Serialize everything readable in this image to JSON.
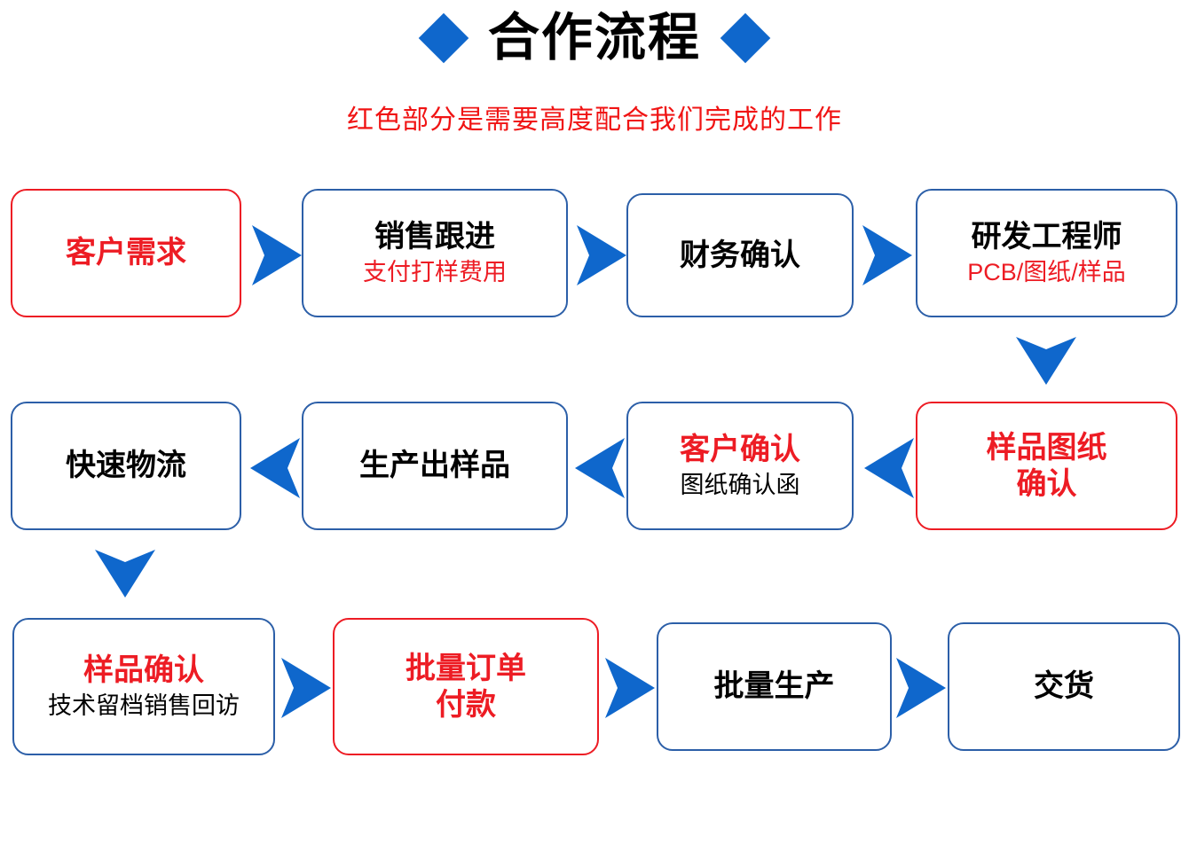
{
  "header": {
    "title": "合作流程",
    "subtitle": "红色部分是需要高度配合我们完成的工作",
    "diamond_left_icon": "diamond-icon",
    "diamond_right_icon": "diamond-icon"
  },
  "colors": {
    "accent_blue": "#0F67CC",
    "box_blue_border": "#2C5FA8",
    "alert_red": "#ED1C24",
    "subtitle_red": "#F01414",
    "text_black": "#000000",
    "background": "#FFFFFF"
  },
  "nodes": [
    {
      "id": "customer-requirement",
      "main": "客户需求",
      "sub": "",
      "border": "red",
      "main_color": "red",
      "sub_color": ""
    },
    {
      "id": "sales-follow-up",
      "main": "销售跟进",
      "sub": "支付打样费用",
      "border": "blue",
      "main_color": "black",
      "sub_color": "red"
    },
    {
      "id": "finance-confirm",
      "main": "财务确认",
      "sub": "",
      "border": "blue",
      "main_color": "black",
      "sub_color": ""
    },
    {
      "id": "rd-engineer",
      "main": "研发工程师",
      "sub": "PCB/图纸/样品",
      "border": "blue",
      "main_color": "black",
      "sub_color": "red"
    },
    {
      "id": "fast-logistics",
      "main": "快速物流",
      "sub": "",
      "border": "blue",
      "main_color": "black",
      "sub_color": ""
    },
    {
      "id": "produce-sample",
      "main": "生产出样品",
      "sub": "",
      "border": "blue",
      "main_color": "black",
      "sub_color": ""
    },
    {
      "id": "customer-confirm",
      "main": "客户确认",
      "sub": "图纸确认函",
      "border": "blue",
      "main_color": "red",
      "sub_color": "black"
    },
    {
      "id": "sample-drawing-confirm",
      "main_line1": "样品图纸",
      "main_line2": "确认",
      "main": "样品图纸确认",
      "sub": "",
      "border": "red",
      "main_color": "red",
      "sub_color": ""
    },
    {
      "id": "sample-confirm",
      "main": "样品确认",
      "sub": "技术留档销售回访",
      "border": "blue",
      "main_color": "red",
      "sub_color": "black"
    },
    {
      "id": "bulk-order-payment",
      "main_line1": "批量订单",
      "main_line2": "付款",
      "main": "批量订单付款",
      "sub": "",
      "border": "red",
      "main_color": "red",
      "sub_color": ""
    },
    {
      "id": "bulk-production",
      "main": "批量生产",
      "sub": "",
      "border": "blue",
      "main_color": "black",
      "sub_color": ""
    },
    {
      "id": "delivery",
      "main": "交货",
      "sub": "",
      "border": "blue",
      "main_color": "black",
      "sub_color": ""
    }
  ],
  "arrows": [
    {
      "id": "arrow-req-to-sales",
      "direction": "right"
    },
    {
      "id": "arrow-sales-to-finance",
      "direction": "right"
    },
    {
      "id": "arrow-finance-to-rd",
      "direction": "right"
    },
    {
      "id": "arrow-rd-to-sampledrawing",
      "direction": "down"
    },
    {
      "id": "arrow-sampledrawing-to-customerconfirm",
      "direction": "left"
    },
    {
      "id": "arrow-customerconfirm-to-producesample",
      "direction": "left"
    },
    {
      "id": "arrow-producesample-to-logistics",
      "direction": "left"
    },
    {
      "id": "arrow-logistics-to-sampleconfirm",
      "direction": "down"
    },
    {
      "id": "arrow-sampleconfirm-to-bulkorder",
      "direction": "right"
    },
    {
      "id": "arrow-bulkorder-to-bulkproduction",
      "direction": "right"
    },
    {
      "id": "arrow-bulkproduction-to-delivery",
      "direction": "right"
    }
  ]
}
